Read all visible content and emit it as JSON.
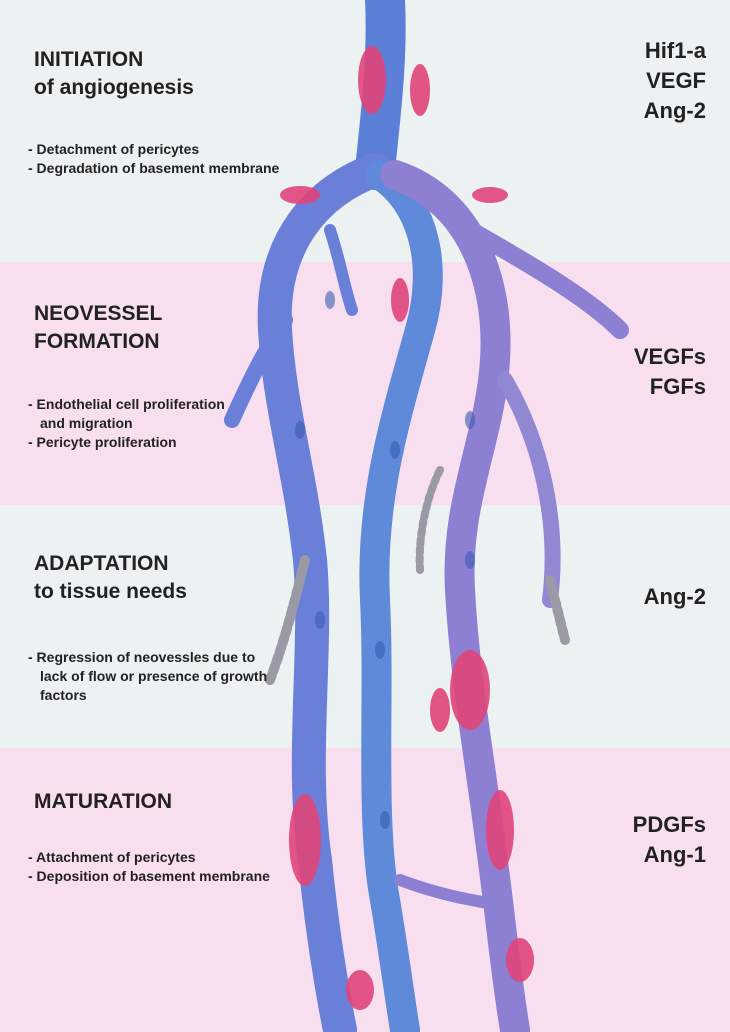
{
  "stages": [
    {
      "title": "INITIATION\nof angiogenesis",
      "points": [
        "- Detachment of pericytes",
        "- Degradation of basement membrane"
      ],
      "factors": "Hif1-a\nVEGF\nAng-2"
    },
    {
      "title": "NEOVESSEL\nFORMATION",
      "points": [
        "- Endothelial cell proliferation and migration",
        "- Pericyte proliferation"
      ],
      "factors": "VEGFs\nFGFs"
    },
    {
      "title": "ADAPTATION\nto tissue needs",
      "points": [
        "- Regression of neovessles due to lack of flow or presence of growth factors"
      ],
      "factors": "Ang-2"
    },
    {
      "title": "MATURATION",
      "points": [
        "- Attachment of pericytes",
        "- Deposition of basement membrane"
      ],
      "factors": "PDGFs\nAng-1"
    }
  ],
  "colors": {
    "band_light": "#ecf1f1",
    "band_pink": "#f7dff0",
    "vessel_blue": "#5b7fd6",
    "vessel_purple": "#8d7fd2",
    "pericyte_red": "#e0457a",
    "regressing_gray": "#9a9aa6"
  }
}
